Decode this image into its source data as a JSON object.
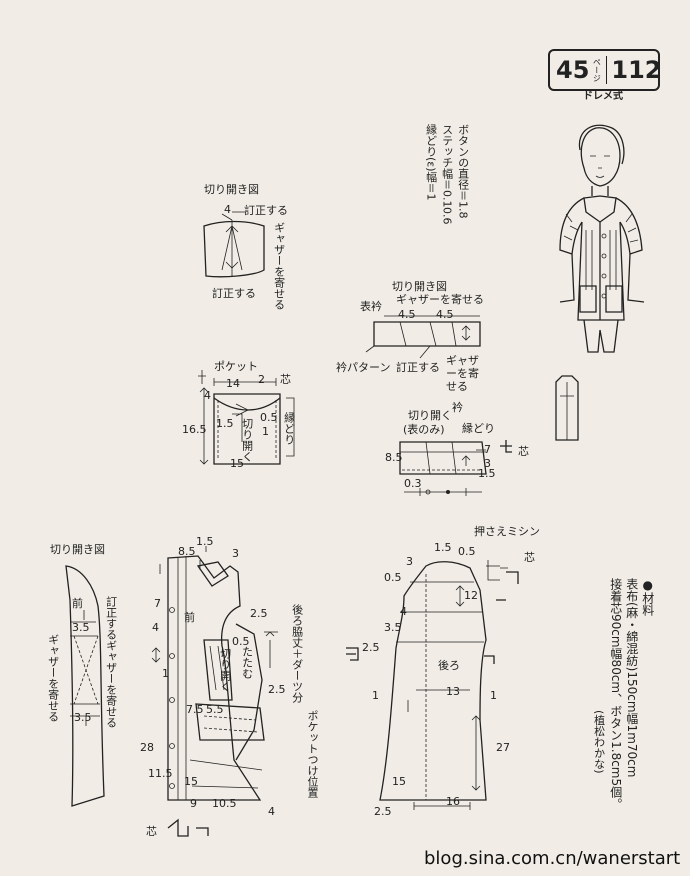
{
  "header": {
    "page": "45",
    "page_suffix": "ページ",
    "number": "112",
    "style": "ドレメ式"
  },
  "specs": {
    "button_diameter": "ボタンの直径＝1.8",
    "stitch_width": "ステッチ幅＝0.1",
    "stitch_width_2": "0.6",
    "binding_width": "縁どり(ε)幅＝1"
  },
  "top_left": {
    "title": "切り開き図",
    "n4": "4",
    "correct_top": "訂正する",
    "gather": "ギャザーを寄せる",
    "correct_bottom": "訂正する"
  },
  "collar_open": {
    "title": "切り開き図",
    "omote_eri": "表衿",
    "gather": "ギャザーを寄せる",
    "n45a": "4.5",
    "n45b": "4.5",
    "eri_pattern": "衿パターン",
    "correct": "訂正する",
    "gather2": "ギャザーを寄せる"
  },
  "pocket": {
    "title": "ポケット",
    "n14": "14",
    "n2": "2",
    "n4": "4",
    "fabric": "芯",
    "n165": "16.5",
    "n15": "1.5",
    "cut_open": "切り開く",
    "n05": "0.5",
    "n1": "1",
    "binding": "縁どり",
    "n15b": "15"
  },
  "collar": {
    "cut_open": "切り開く",
    "omote_only": "(表のみ)",
    "collar": "衿",
    "binding": "縁どり",
    "n85": "8.5",
    "n7": "7",
    "n3": "3",
    "n15": "1.5",
    "n03": "0.3",
    "fabric": "芯"
  },
  "front_open": {
    "title": "切り開き図",
    "mae": "前",
    "correct": "訂正する",
    "gather": "ギャザーを寄せる",
    "gather2": "ギャザーを寄せる",
    "n35a": "3.5",
    "n35b": "3.5"
  },
  "front": {
    "n85": "8.5",
    "n15": "1.5",
    "n3": "3",
    "n7": "7",
    "n4": "4",
    "mae": "前",
    "n25": "2.5",
    "n05": "0.5",
    "tatamu": "たたむ",
    "cut_open": "切り開く",
    "n25b": "2.5",
    "n75": "7.5",
    "n55": "5.5",
    "n28": "28",
    "n115": "11.5",
    "n15b": "15",
    "n9": "9",
    "n105": "10.5",
    "n4b": "4",
    "n1": "1",
    "fabric": "芯",
    "back_dart": "後ろ脇丈＋ダーツ分",
    "pocket_pos": "ポケットつけ位置"
  },
  "back": {
    "press_stitch": "押さえミシン",
    "n15": "1.5",
    "n05": "0.5",
    "n3": "3",
    "n12": "12",
    "fabric": "芯",
    "n4": "4",
    "n35": "3.5",
    "n25": "2.5",
    "ushiro": "後ろ",
    "n1": "1",
    "n13": "13",
    "n1b": "1",
    "n27": "27",
    "n15b": "15",
    "n16": "16",
    "n25b": "2.5"
  },
  "materials": {
    "head": "●材料",
    "line1": "表布(麻・綿混紡)150cm幅1m70cm",
    "line2": "接着芯90cm幅80cm、ボタン1.8cm5個。",
    "credit": "(植松わかな)"
  },
  "watermark": "blog.sina.com.cn/wanerstart"
}
